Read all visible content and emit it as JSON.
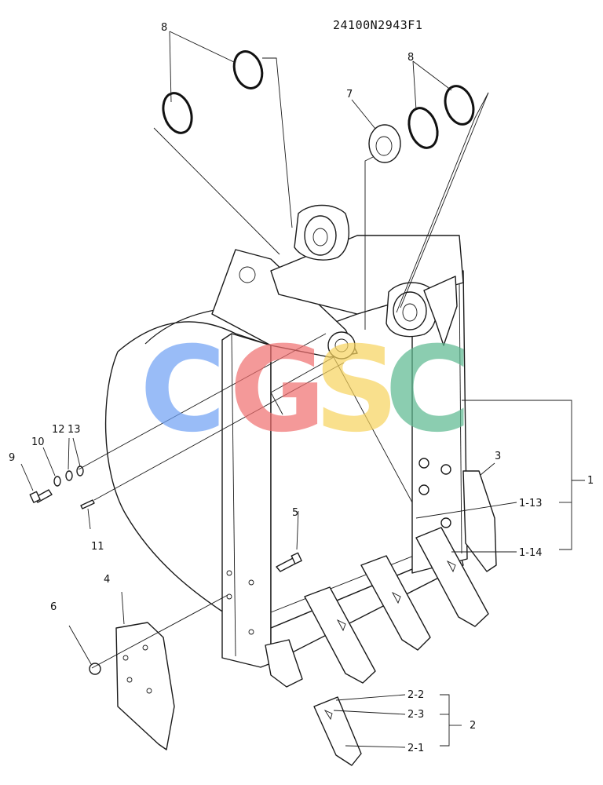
{
  "drawing_code": "24100N2943F1",
  "watermark": {
    "letters": [
      "C",
      "G",
      "S",
      "C"
    ],
    "colors": [
      "#6ea1f5",
      "#f06e6e",
      "#f7d35e",
      "#5bb88f"
    ]
  },
  "callouts": {
    "p1": "1",
    "p1_13": "1-13",
    "p1_14": "1-14",
    "p2": "2",
    "p2_1": "2-1",
    "p2_2": "2-2",
    "p2_3": "2-3",
    "p3": "3",
    "p4": "4",
    "p5": "5",
    "p6": "6",
    "p7": "7",
    "p8_left": "8",
    "p8_right": "8",
    "p9": "9",
    "p10": "10",
    "p12": "12",
    "p13": "13",
    "p11": "11"
  }
}
